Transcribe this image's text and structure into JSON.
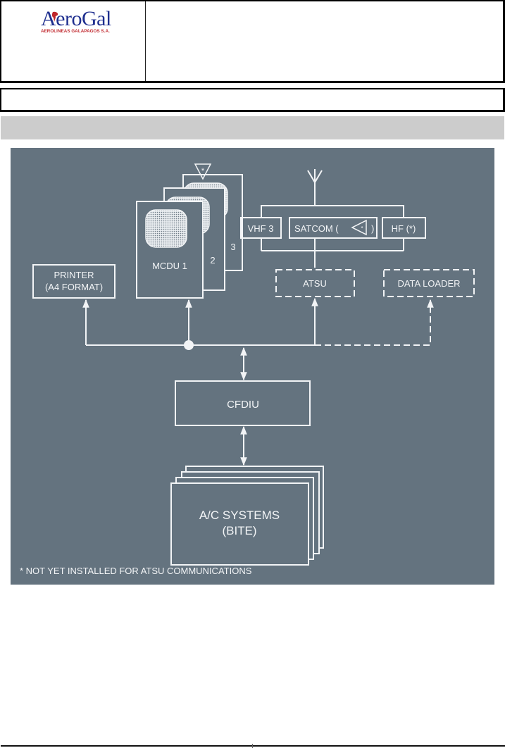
{
  "header": {
    "logo": {
      "name": "AeroGal",
      "subtitle": "AEROLINEAS GALAPAGOS S.A.",
      "brand_blue": "#1f2f8f",
      "brand_red": "#c0272d"
    },
    "title": ""
  },
  "subtitle_box": {
    "text": ""
  },
  "section_bar": {
    "text": "",
    "color": "#cccccc"
  },
  "diagram": {
    "background": "#64737f",
    "line_color": "#f2f4f6",
    "nodes": {
      "mcdu_marker": "*",
      "mcdu_1": "MCDU 1",
      "mcdu_2": "2",
      "mcdu_3": "3",
      "vhf3": "VHF 3",
      "satcom": "SATCOM (",
      "satcom_close": ")",
      "satcom_marker": "*",
      "hf": "HF (*)",
      "printer_line1": "PRINTER",
      "printer_line2": "(A4 FORMAT)",
      "atsu": "ATSU",
      "data_loader": "DATA LOADER",
      "cfdiu": "CFDIU",
      "ac_systems_line1": "A/C SYSTEMS",
      "ac_systems_line2": "(BITE)"
    },
    "footnote": "* NOT YET INSTALLED FOR ATSU COMMUNICATIONS",
    "optional_components": [
      "ATSU",
      "DATA LOADER"
    ]
  }
}
